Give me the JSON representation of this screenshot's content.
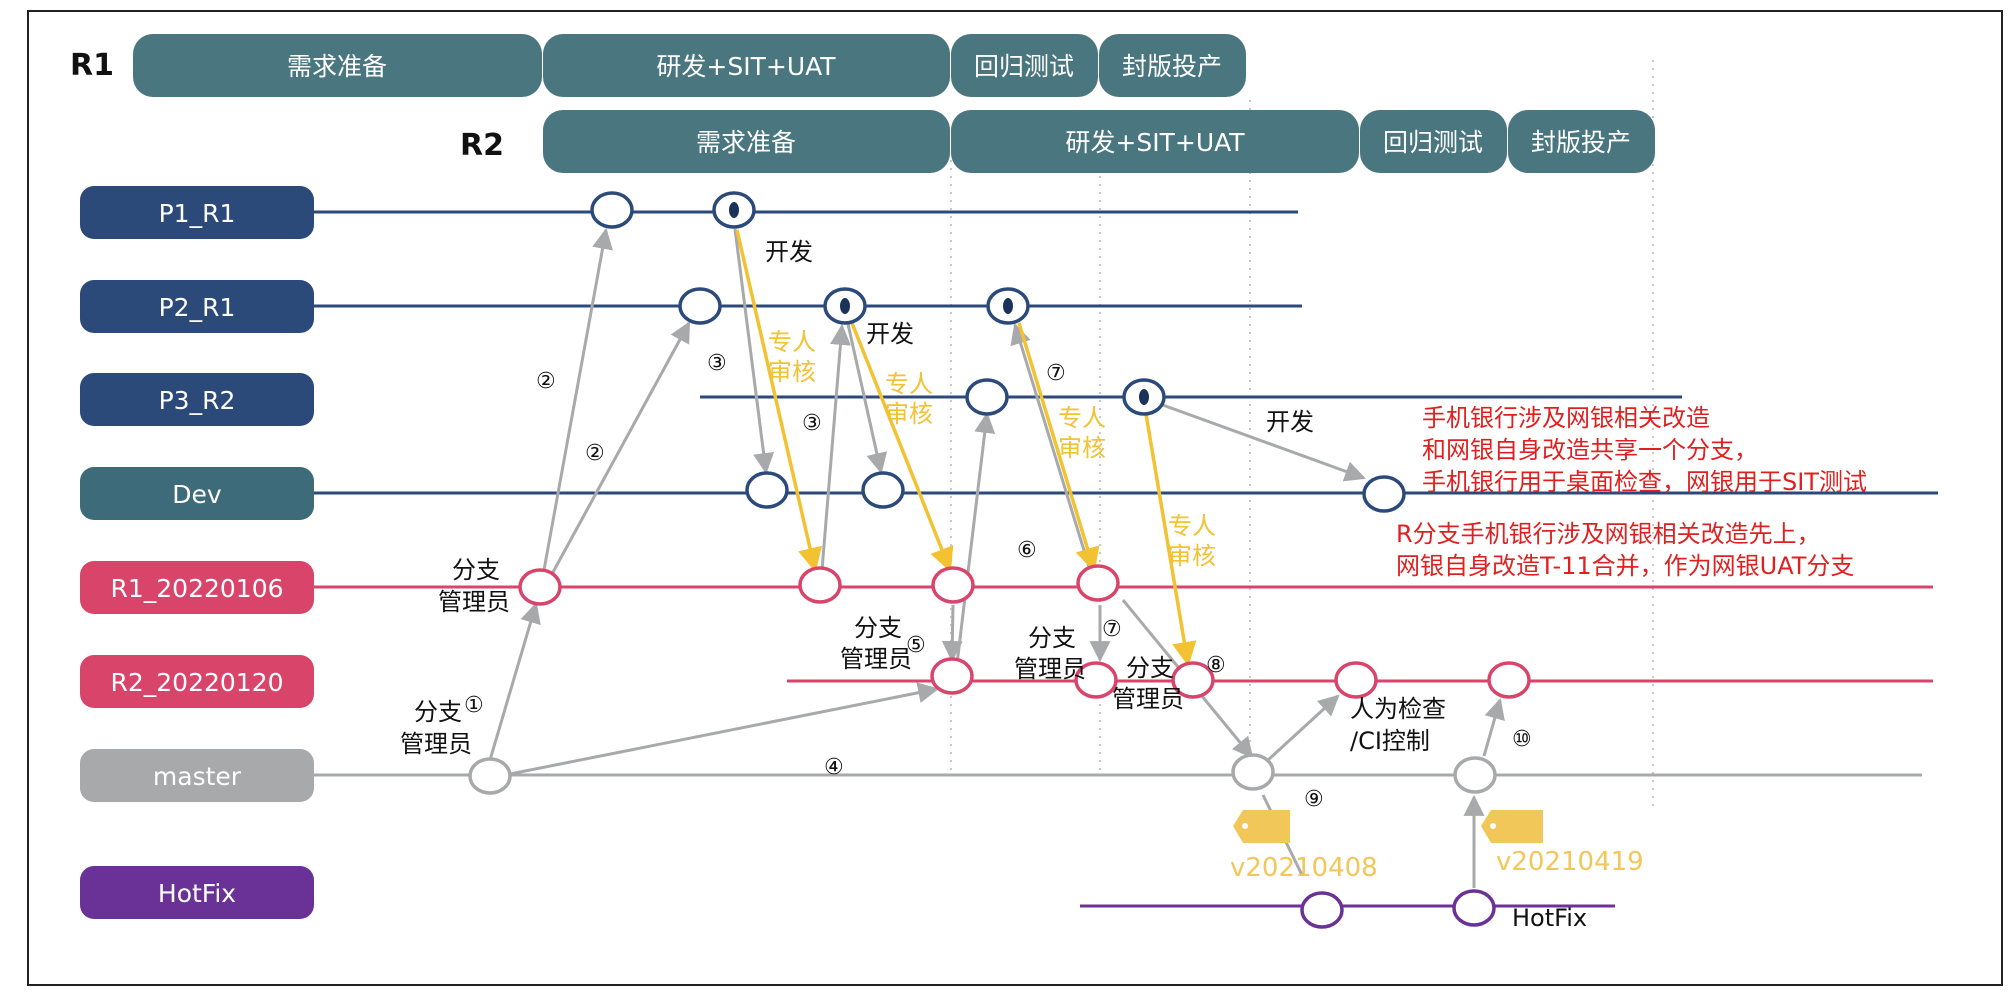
{
  "releases": {
    "r1_label": "R1",
    "r2_label": "R2",
    "r1_phases": [
      "需求准备",
      "研发+SIT+UAT",
      "回归测试",
      "封版投产"
    ],
    "r2_phases": [
      "需求准备",
      "研发+SIT+UAT",
      "回归测试",
      "封版投产"
    ]
  },
  "branches": [
    {
      "label": "P1_R1",
      "color": "#2b4a7a"
    },
    {
      "label": "P2_R1",
      "color": "#2b4a7a"
    },
    {
      "label": "P3_R2",
      "color": "#2b4a7a"
    },
    {
      "label": "Dev",
      "color": "#3d6b7a"
    },
    {
      "label": "R1_20220106",
      "color": "#d9446b"
    },
    {
      "label": "R2_20220120",
      "color": "#d9446b"
    },
    {
      "label": "master",
      "color": "#a7a9aa"
    },
    {
      "label": "HotFix",
      "color": "#6a3196"
    }
  ],
  "annotations": {
    "kaifa": "开发",
    "zhuanren": "专人",
    "shenhe": "审核",
    "fenzhi": "分支",
    "guanliyuan": "管理员",
    "manual_check": "人为检查",
    "ci_control": "/CI控制",
    "hotfix_text": "HotFix",
    "tag1": "v20210408",
    "tag2": "v20210419"
  },
  "steps": [
    "①",
    "②",
    "②",
    "③",
    "③",
    "④",
    "⑤",
    "⑥",
    "⑦",
    "⑦",
    "⑧",
    "⑨",
    "⑩"
  ],
  "notes": {
    "note1": [
      "手机银行涉及网银相关改造",
      "和网银自身改造共享一个分支，",
      "手机银行用于桌面检查，网银用于SIT测试"
    ],
    "note2": [
      "R分支手机银行涉及网银相关改造先上，",
      "网银自身改造T-11合并，作为网银UAT分支"
    ]
  },
  "colors": {
    "phase": "#4a7680",
    "line_blue": "#2b4a7a",
    "line_pink": "#d9446b",
    "line_gray": "#a7a9aa",
    "line_purple": "#6a3196",
    "review_arrow": "#f2c232",
    "note_red": "#e02020",
    "tag": "#f2c75a"
  }
}
